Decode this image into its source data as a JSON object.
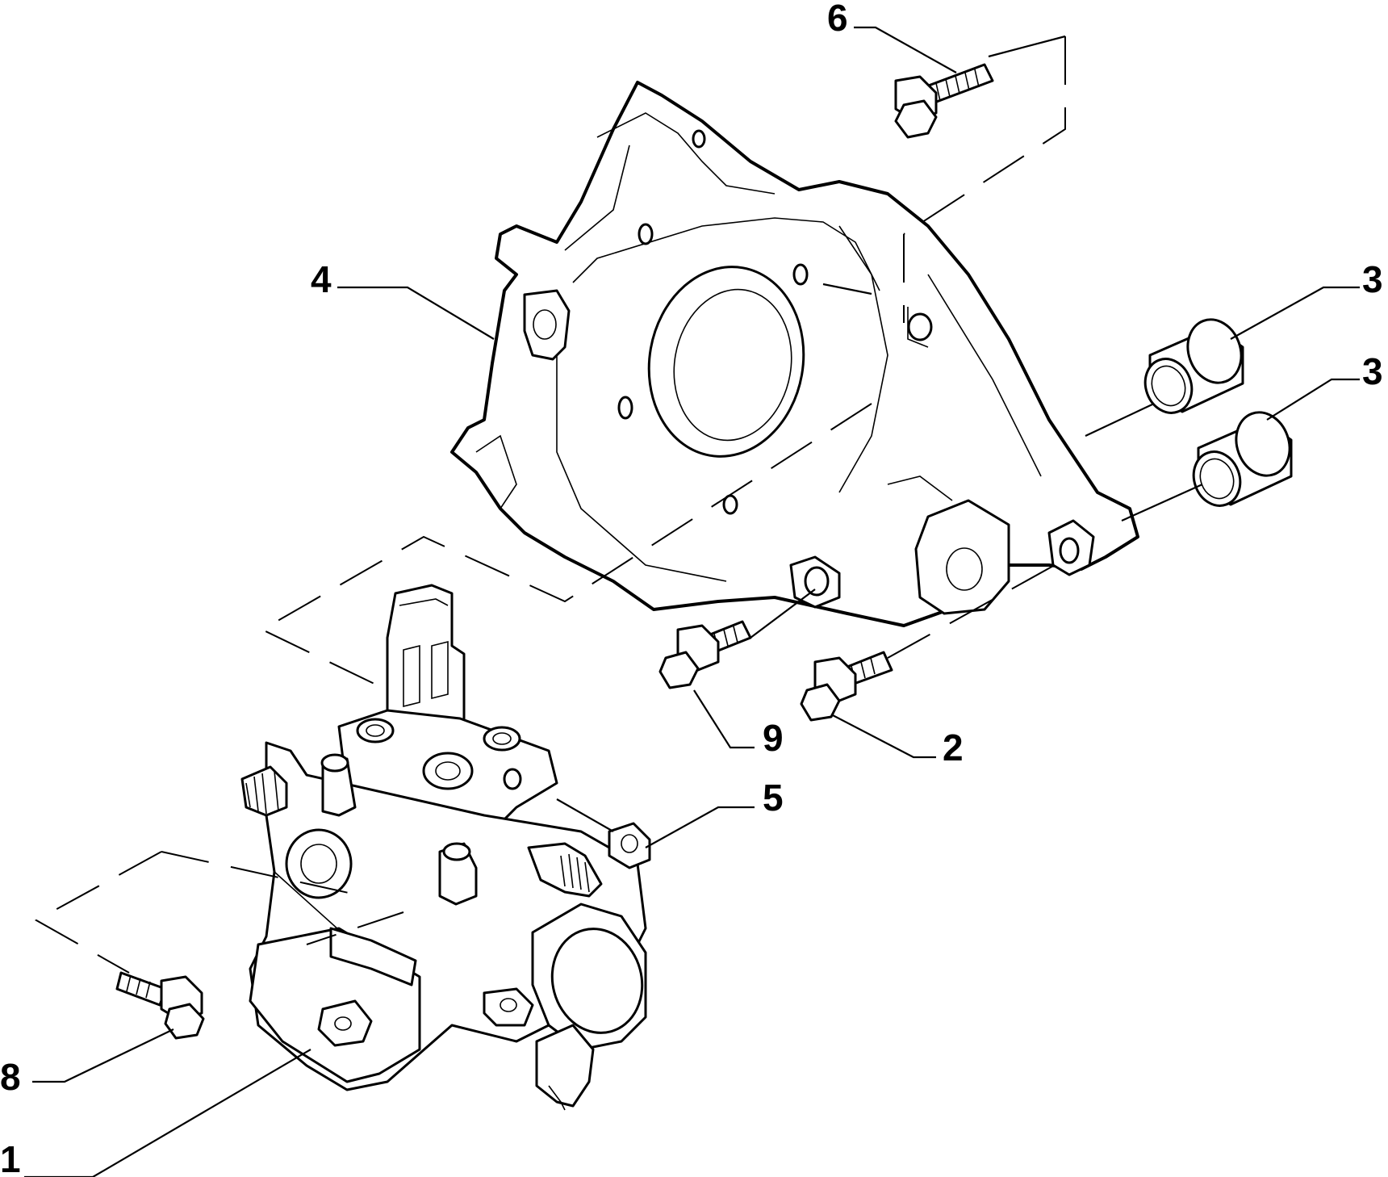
{
  "callouts": [
    {
      "id": "1",
      "label": "1"
    },
    {
      "id": "2",
      "label": "2"
    },
    {
      "id": "3a",
      "label": "3"
    },
    {
      "id": "3b",
      "label": "3"
    },
    {
      "id": "4",
      "label": "4"
    },
    {
      "id": "5",
      "label": "5"
    },
    {
      "id": "6",
      "label": "6"
    },
    {
      "id": "8",
      "label": "8"
    },
    {
      "id": "9",
      "label": "9"
    }
  ]
}
